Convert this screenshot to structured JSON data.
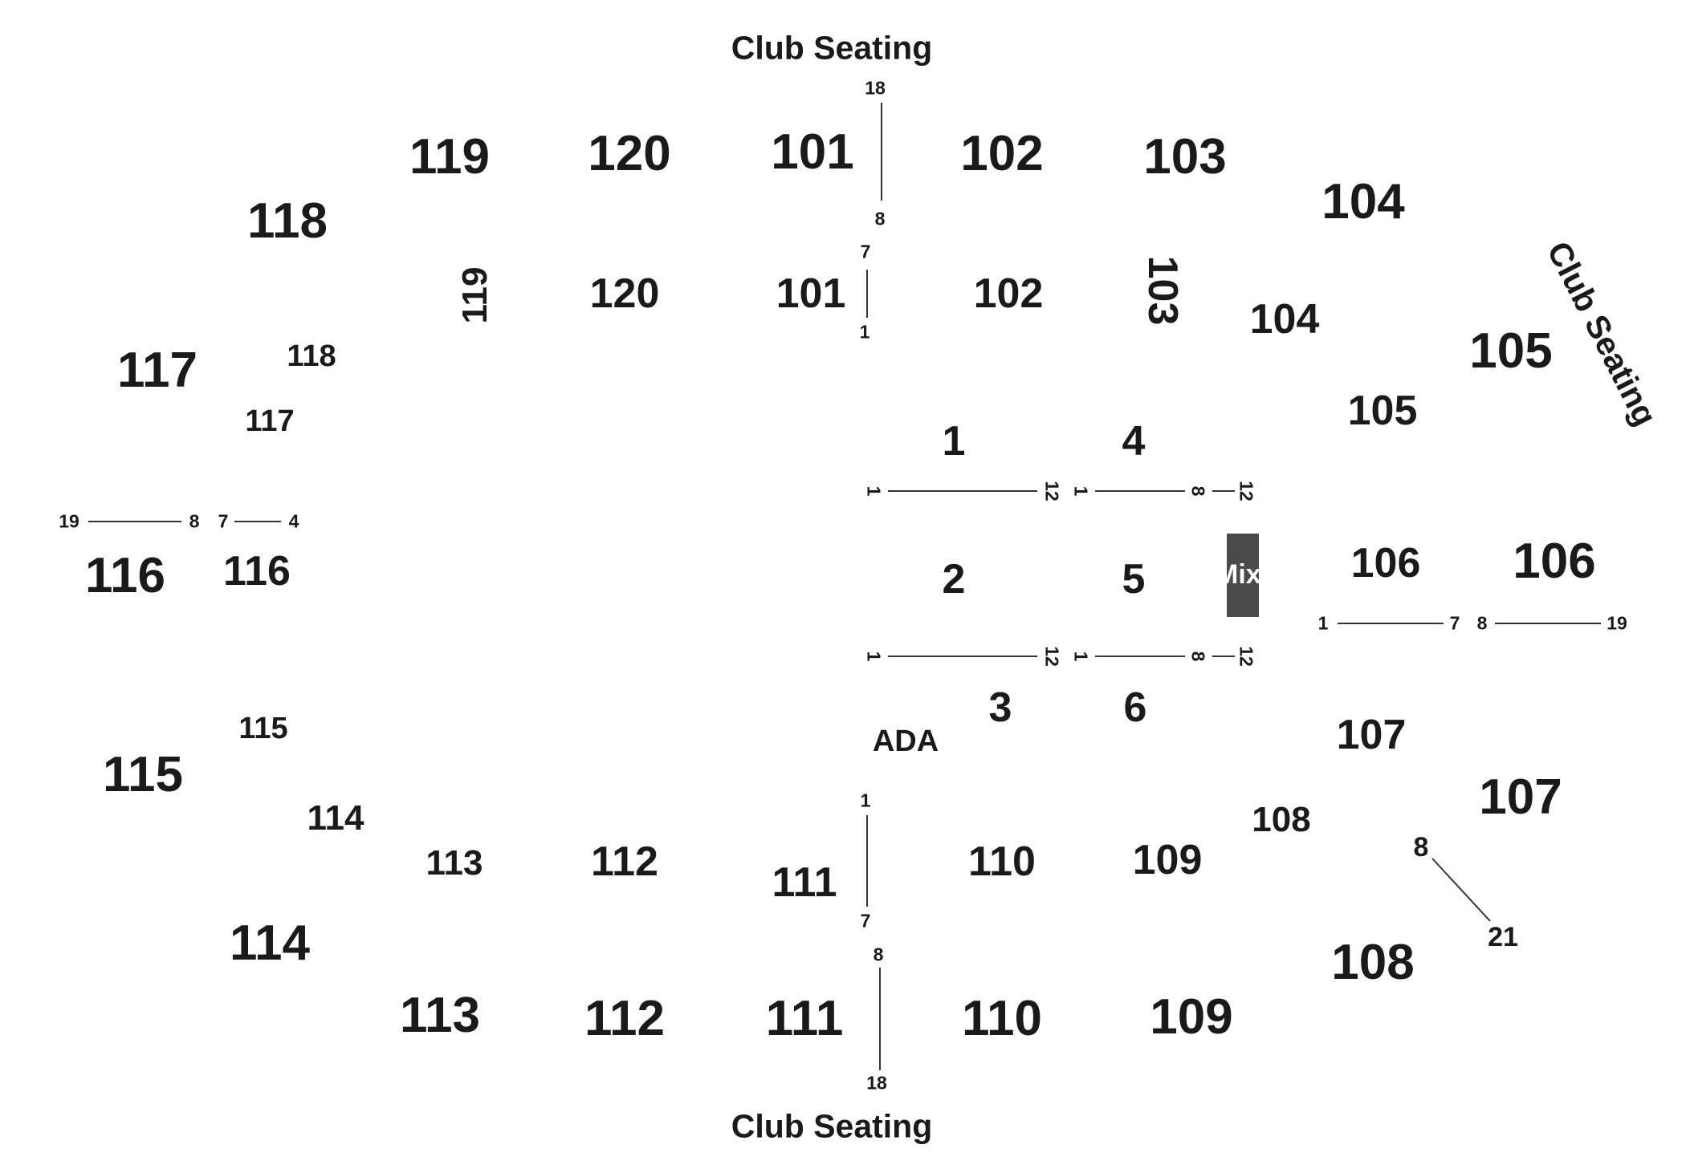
{
  "club_seating": {
    "top": "Club Seating",
    "bottom": "Club Seating",
    "right": "Club Seating"
  },
  "outer_sections": {
    "s101": "101",
    "s102": "102",
    "s103": "103",
    "s104": "104",
    "s105": "105",
    "s106": "106",
    "s107": "107",
    "s108": "108",
    "s109": "109",
    "s110": "110",
    "s111": "111",
    "s112": "112",
    "s113": "113",
    "s114": "114",
    "s115": "115",
    "s116": "116",
    "s117": "117",
    "s118": "118",
    "s119": "119",
    "s120": "120"
  },
  "inner_sections": {
    "s101": "101",
    "s102": "102",
    "s103": "103",
    "s104": "104",
    "s105": "105",
    "s106": "106",
    "s107": "107",
    "s108": "108",
    "s109": "109",
    "s110": "110",
    "s111": "111",
    "s112": "112",
    "s113": "113",
    "s114": "114",
    "s115": "115",
    "s116": "116",
    "s117": "117",
    "s118": "118",
    "s119": "119",
    "s120": "120"
  },
  "floor_sections": {
    "f1": "1",
    "f2": "2",
    "f3": "3",
    "f4": "4",
    "f5": "5",
    "f6": "6"
  },
  "ada": "ADA",
  "mix": "Mix",
  "row_markers": {
    "top_outer_start": "18",
    "top_outer_end": "8",
    "top_inner_start": "7",
    "top_inner_end": "1",
    "bottom_inner_start": "1",
    "bottom_inner_end": "7",
    "bottom_outer_start": "8",
    "bottom_outer_end": "18",
    "left_outer_start": "19",
    "left_outer_end": "8",
    "left_inner_start": "7",
    "left_inner_end": "4",
    "right_inner_start": "1",
    "right_inner_end": "7",
    "right_outer_start": "8",
    "right_outer_end": "19",
    "diag_start": "8",
    "diag_end": "21",
    "floor_a_start": "1",
    "floor_a_end": "12",
    "floor_b_start": "1",
    "floor_b_mid": "8",
    "floor_b_end": "12",
    "floor_c_start": "1",
    "floor_c_end": "12",
    "floor_d_start": "1",
    "floor_d_mid": "8",
    "floor_d_end": "12"
  },
  "colors": {
    "text": "#1a1a1a",
    "line": "#333333",
    "mix_box": "#4a4a4a",
    "background": "#ffffff"
  }
}
